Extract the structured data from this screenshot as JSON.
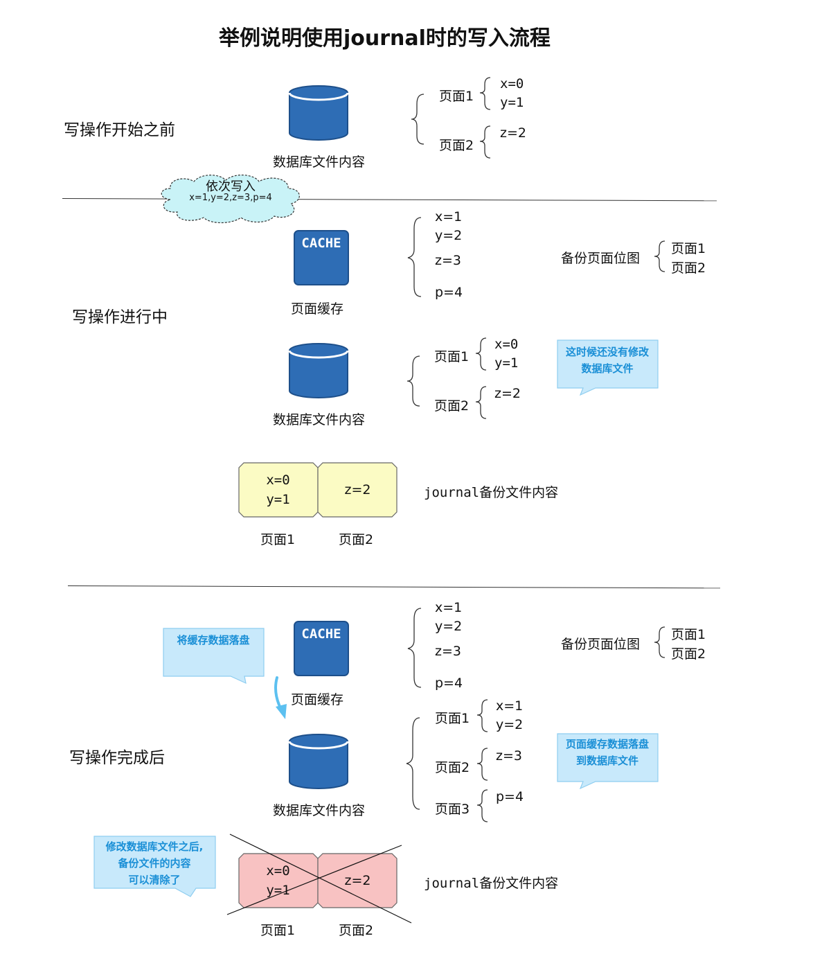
{
  "title": "举例说明使用journal时的写入流程",
  "sections": {
    "before": "写操作开始之前",
    "during": "写操作进行中",
    "after": "写操作完成后"
  },
  "labels": {
    "db_content": "数据库文件内容",
    "page_cache": "页面缓存",
    "backup_bitmap": "备份页面位图",
    "journal_content": "journal备份文件内容",
    "cache_icon": "CACHE",
    "page1": "页面1",
    "page2": "页面2",
    "page3": "页面3"
  },
  "cloud": {
    "line1": "依次写入",
    "line2": "x=1,y=2,z=3,p=4"
  },
  "values": {
    "x0": "x=0",
    "y1": "y=1",
    "z2": "z=2",
    "x1": "x=1",
    "y2": "y=2",
    "z3": "z=3",
    "p4": "p=4"
  },
  "callouts": {
    "not_modified_1": "这时候还没有修改",
    "not_modified_2": "数据库文件",
    "flush_cache": "将缓存数据落盘",
    "cache_to_db_1": "页面缓存数据落盘",
    "cache_to_db_2": "到数据库文件",
    "clear_1": "修改数据库文件之后,",
    "clear_2": "备份文件的内容",
    "clear_3": "可以清除了"
  },
  "colors": {
    "db_blue": "#2e6db5",
    "cloud_fill": "#c9f3f7",
    "callout_fill": "#c8e9fb",
    "callout_text": "#1a8fd6",
    "journal_yellow": "#fbfbc4",
    "journal_red": "#f8c2c2",
    "arrow": "#5cc0f0"
  }
}
